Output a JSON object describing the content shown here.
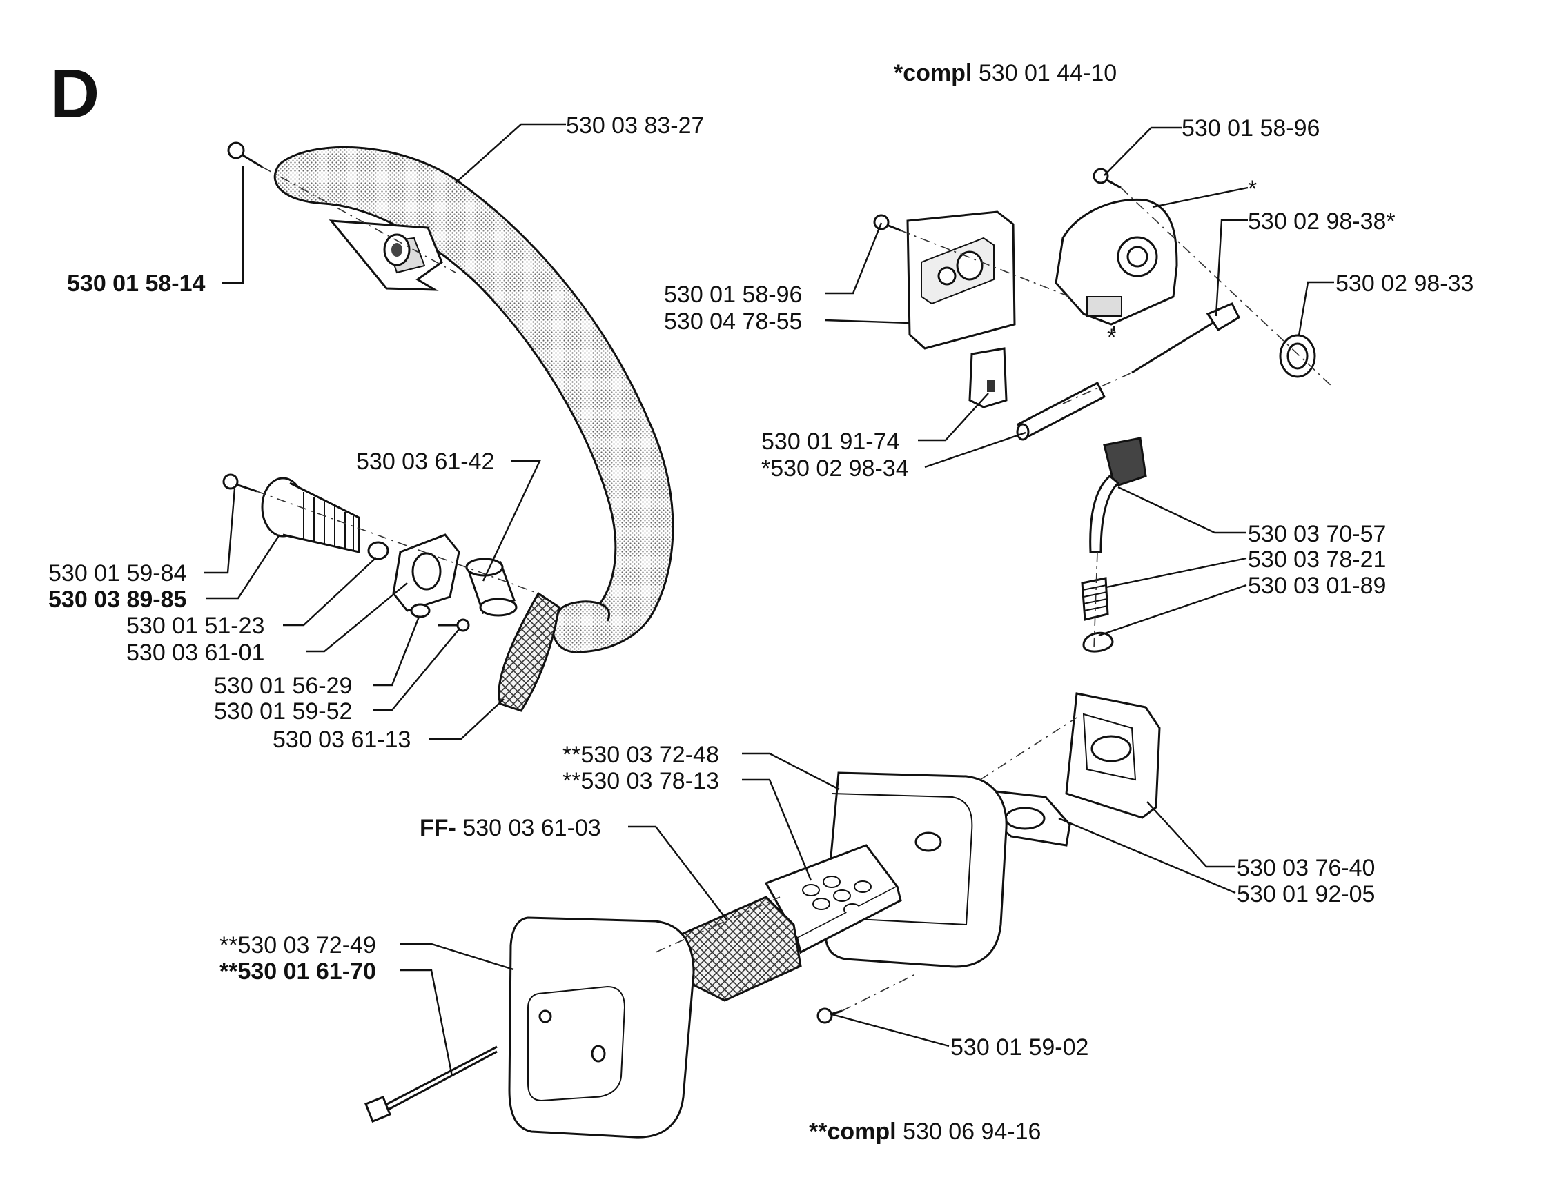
{
  "section_letter": "D",
  "assemblies": {
    "compl_1": {
      "prefix": "*compl",
      "number": "530 01 44-10"
    },
    "compl_2": {
      "prefix": "**compl",
      "number": "530 06 94-16"
    }
  },
  "parts": {
    "p01": "530 03 83-27",
    "p02": "530 01 58-14",
    "p03": "530 03 61-42",
    "p04": "530 01 59-84",
    "p05": "530 03 89-85",
    "p06": "530 01 51-23",
    "p07": "530 03 61-01",
    "p08": "530 01 56-29",
    "p09": "530 01 59-52",
    "p10": "530 03 61-13",
    "p11": "530 01 58-96",
    "p12": "*",
    "p13": "530 02 98-38*",
    "p14": "530 02 98-33",
    "p15": "530 01 58-96",
    "p16": "530 04 78-55",
    "p17": "530 01 91-74",
    "p18": "*530 02 98-34",
    "p19": "530 03 70-57",
    "p20": "530 03 78-21",
    "p21": "530 03 01-89",
    "p22": "**530 03 72-48",
    "p23": "**530 03 78-13",
    "p24": {
      "prefix": "FF-",
      "number": "530 03 61-03"
    },
    "p25": "530 03 76-40",
    "p26": "530 01 92-05",
    "p27": "**530 03 72-49",
    "p28": "**530 01 61-70",
    "p29": "530 01 59-02",
    "p30": "*"
  }
}
